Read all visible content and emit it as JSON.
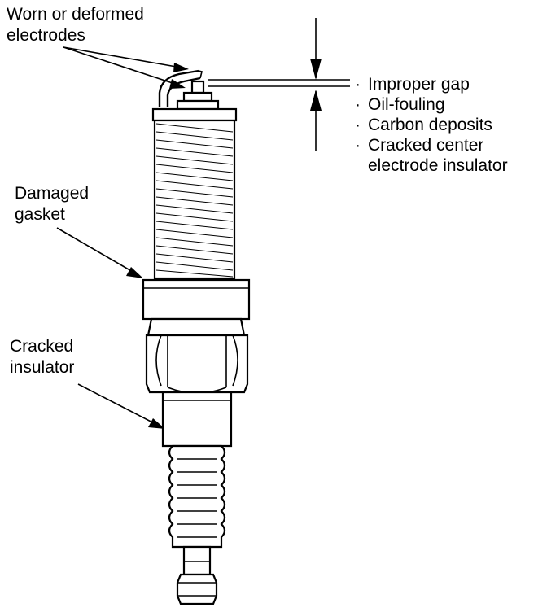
{
  "labels": {
    "electrodes_line1": "Worn or deformed",
    "electrodes_line2": "electrodes",
    "gasket_line1": "Damaged",
    "gasket_line2": "gasket",
    "insulator_line1": "Cracked",
    "insulator_line2": "insulator"
  },
  "checklist": {
    "bullet": "·",
    "items": [
      "Improper gap",
      "Oil-fouling",
      "Carbon deposits",
      "Cracked center"
    ],
    "item4_continuation": "electrode insulator"
  }
}
